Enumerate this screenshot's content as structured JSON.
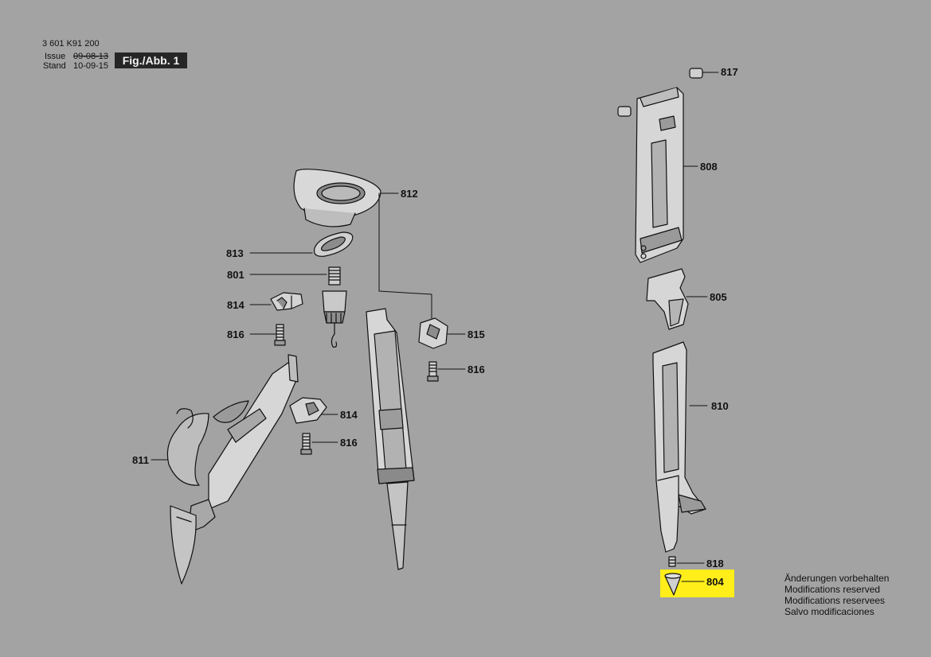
{
  "header": {
    "doc_number": "3 601 K91 200",
    "issue_label": "Issue",
    "stand_label": "Stand",
    "issue_date": "09-08-13",
    "stand_date": "10-09-15",
    "figure_label": "Fig./Abb. 1"
  },
  "parts": [
    {
      "id": "817",
      "label": "817"
    },
    {
      "id": "808",
      "label": "808"
    },
    {
      "id": "812",
      "label": "812"
    },
    {
      "id": "813",
      "label": "813"
    },
    {
      "id": "801",
      "label": "801"
    },
    {
      "id": "814a",
      "label": "814"
    },
    {
      "id": "816a",
      "label": "816"
    },
    {
      "id": "815",
      "label": "815"
    },
    {
      "id": "816b",
      "label": "816"
    },
    {
      "id": "805",
      "label": "805"
    },
    {
      "id": "810",
      "label": "810"
    },
    {
      "id": "814b",
      "label": "814"
    },
    {
      "id": "816c",
      "label": "816"
    },
    {
      "id": "811",
      "label": "811"
    },
    {
      "id": "818",
      "label": "818"
    },
    {
      "id": "804",
      "label": "804"
    }
  ],
  "highlighted_part": "804",
  "highlight_color": "#ffee1a",
  "notes": [
    "Änderungen vorbehalten",
    "Modifications reserved",
    "Modifications reservees",
    "Salvo modificaciones"
  ]
}
